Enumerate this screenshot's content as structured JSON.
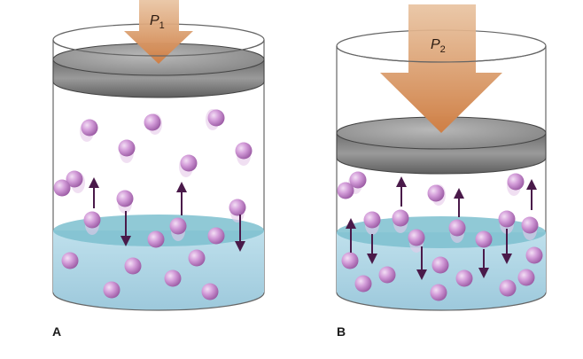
{
  "panels": {
    "a": {
      "label": "A",
      "pressure_symbol": "P",
      "pressure_subscript": "1"
    },
    "b": {
      "label": "B",
      "pressure_symbol": "P",
      "pressure_subscript": "2"
    }
  },
  "colors": {
    "liquid": "#a9d3e2",
    "liquid_surface": "#7cc0cf",
    "piston": "#8c8c8c",
    "pressure_arrow": "#d7986a",
    "molecule": "#c98ccf",
    "velocity_arrow": "#4a1a4a",
    "container_outline": "#555555"
  },
  "icons": [
    "molecule-icon",
    "pressure-arrow-icon",
    "velocity-arrow-icon",
    "piston-icon",
    "container-icon"
  ]
}
